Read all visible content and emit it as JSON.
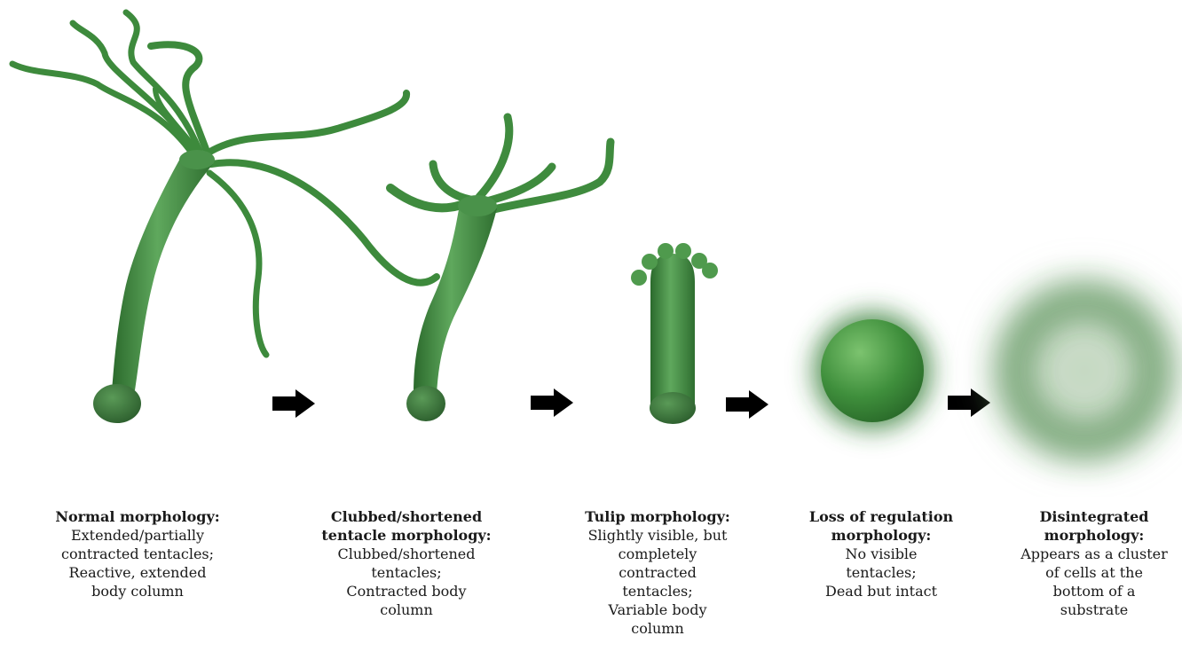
{
  "stages": [
    {
      "title": "Normal morphology:",
      "lines": [
        "Extended/partially",
        "contracted tentacles;",
        "Reactive, extended",
        "body column"
      ]
    },
    {
      "title_lines": [
        "Clubbed/shortened",
        "tentacle morphology:"
      ],
      "lines": [
        "Clubbed/shortened",
        "tentacles;",
        "Contracted body",
        "column"
      ]
    },
    {
      "title": "Tulip morphology:",
      "lines": [
        "Slightly visible, but",
        "completely",
        "contracted",
        "tentacles;",
        "Variable body",
        "column"
      ]
    },
    {
      "title_lines": [
        "Loss of regulation",
        "morphology:"
      ],
      "lines": [
        "No visible",
        "tentacles;",
        "Dead but intact"
      ]
    },
    {
      "title_lines": [
        "Disintegrated",
        "morphology:"
      ],
      "lines": [
        "Appears as a cluster",
        "of cells at the",
        "bottom of a",
        "substrate"
      ]
    }
  ],
  "colors": {
    "body_light": "#5fa85d",
    "body_mid": "#3f8a3e",
    "body_dark": "#2b6a2c",
    "arrow": "#000000"
  },
  "icons": [
    "arrow-right-icon"
  ]
}
